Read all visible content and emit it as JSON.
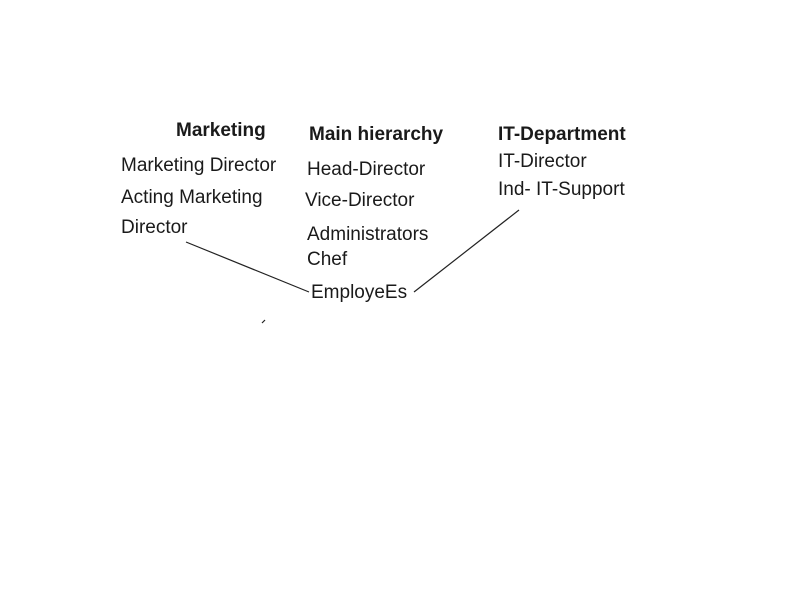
{
  "columns": {
    "marketing": {
      "heading": "Marketing",
      "items": [
        "Marketing Director",
        "Acting Marketing",
        "Director"
      ]
    },
    "main": {
      "heading": "Main hierarchy",
      "items": [
        "Head-Director",
        "Vice-Director",
        "Administrators",
        "Chef"
      ]
    },
    "it": {
      "heading": "IT-Department",
      "items": [
        "IT-Director",
        "Ind- IT-Support"
      ]
    }
  },
  "bottom_node": "EmployeEs",
  "colors": {
    "text": "#1a1a1a",
    "line": "#222222",
    "background": "#ffffff"
  }
}
